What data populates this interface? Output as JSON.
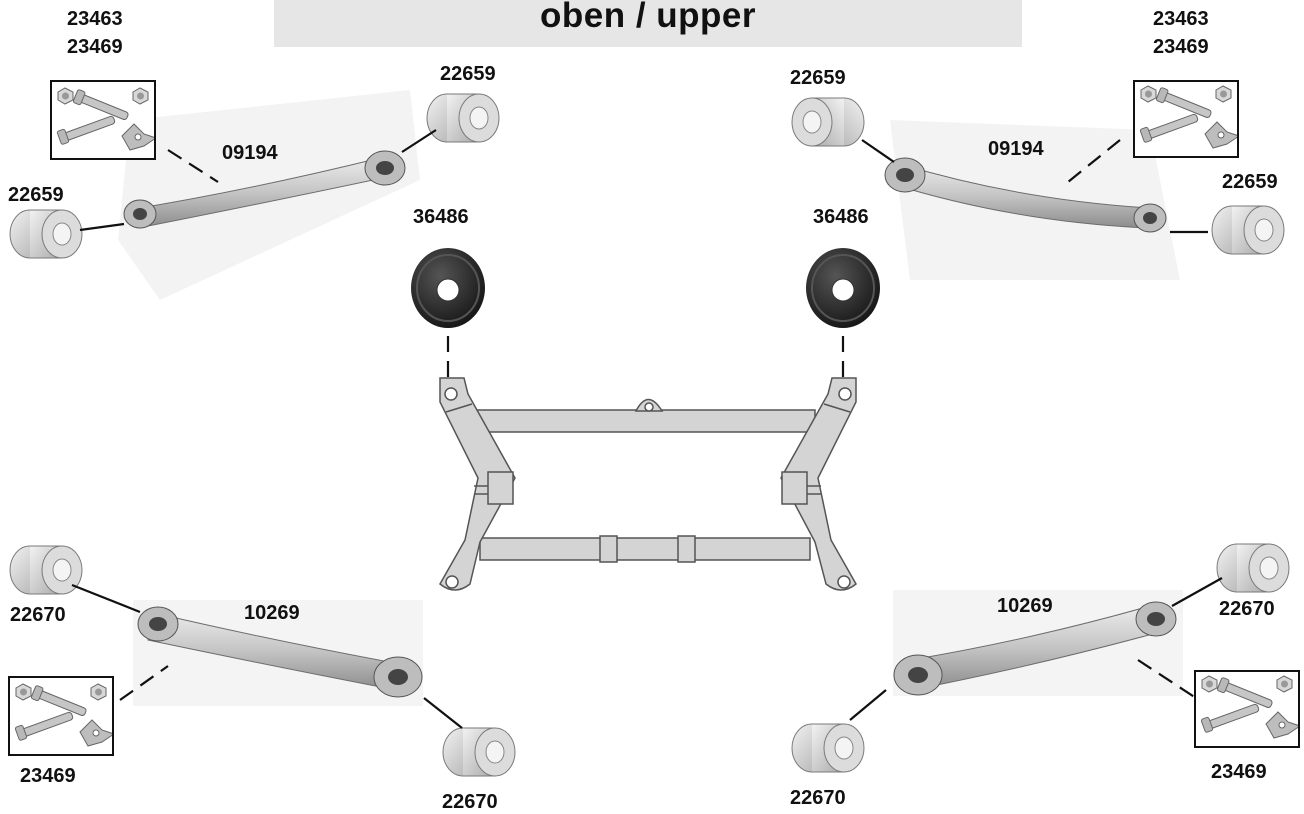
{
  "title": "oben / upper",
  "labels": {
    "kit_upper_left_1": "23463",
    "kit_upper_left_2": "23469",
    "kit_upper_right_1": "23463",
    "kit_upper_right_2": "23469",
    "bush_upper_left_top": "22659",
    "bush_upper_left_side": "22659",
    "arm_upper_left": "09194",
    "bush_upper_right_top": "22659",
    "bush_upper_right_side": "22659",
    "arm_upper_right": "09194",
    "mount_left": "36486",
    "mount_right": "36486",
    "bush_lower_left_top": "22670",
    "arm_lower_left": "10269",
    "kit_lower_left": "23469",
    "bush_lower_left_bottom": "22670",
    "bush_lower_right_top": "22670",
    "arm_lower_right": "10269",
    "kit_lower_right": "23469",
    "bush_lower_right_bottom": "22670"
  },
  "colors": {
    "frame_fill": "#d4d4d4",
    "frame_stroke": "#555555",
    "arm_metal": "#c8c8c8",
    "bush_rubber": "#d8d8d8",
    "mount_rubber": "#2a2a2a"
  }
}
